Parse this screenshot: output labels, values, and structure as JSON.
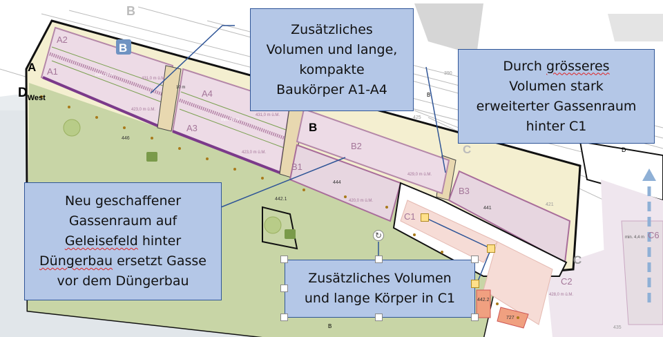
{
  "map": {
    "zone_labels": {
      "a": "A",
      "b_top": "B",
      "b_mid": "B",
      "b_badge": "B",
      "c_top": "C",
      "c_right": "C",
      "d": "D",
      "d_west_d": "D",
      "d_west_sub": "West",
      "b_small_1": "B",
      "b_small_2": "B"
    },
    "field_labels": {
      "a1": "A1",
      "a2": "A2",
      "a3": "A3",
      "a4": "A4",
      "b1": "B1",
      "b2": "B2",
      "b3": "B3",
      "c1": "C1",
      "c2": "C2",
      "c6": "C6"
    },
    "parcels": {
      "p446": "446",
      "p444": "444",
      "p442_1": "442.1",
      "p441": "441",
      "p442_2": "442.2",
      "p727": "727",
      "p390": "390",
      "p425": "425",
      "p421": "421",
      "p435": "435"
    },
    "heights": {
      "h431a": "431,0 m ü.M.",
      "h423a": "423,0 m ü.M.",
      "h431b": "431,0 m ü.M.",
      "h423b": "423,0 m ü.M.",
      "h429": "429,0 m ü.M.",
      "h420": "420,0 m ü.M.",
      "h428": "428,0 m ü.M."
    },
    "distances": {
      "min10a": "min. 10 m",
      "min10b": "min. 10 m",
      "d10": "10 m",
      "w44a": "min. 4,4 m"
    }
  },
  "callouts": {
    "a_blocks": [
      "Zusätzliches",
      "Volumen und lange,",
      "kompakte",
      "Baukörper A1-A4"
    ],
    "gassenraum_c1": {
      "l1a": "Durch ",
      "l1b": "grösseres",
      "l2": "Volumen stark",
      "l3": "erweiterter Gassenraum",
      "l4": "hinter C1"
    },
    "geleisefeld": {
      "l1": "Neu geschaffener",
      "l2": "Gassenraum auf",
      "l3": "Geleisefeld",
      "l3b": " hinter",
      "l4a": "Düngerbau",
      "l4b": " ersetzt Gasse",
      "l5": "vor dem Düngerbau"
    },
    "c1_selected": [
      "Zusätzliches Volumen",
      "und lange Körper in C1"
    ]
  },
  "colors": {
    "callout_fill": "#b4c7e7",
    "callout_border": "#2f5597",
    "green_strip": "#c8d5a6",
    "pink_area": "#eddbe6",
    "connector": "#2f5597"
  }
}
